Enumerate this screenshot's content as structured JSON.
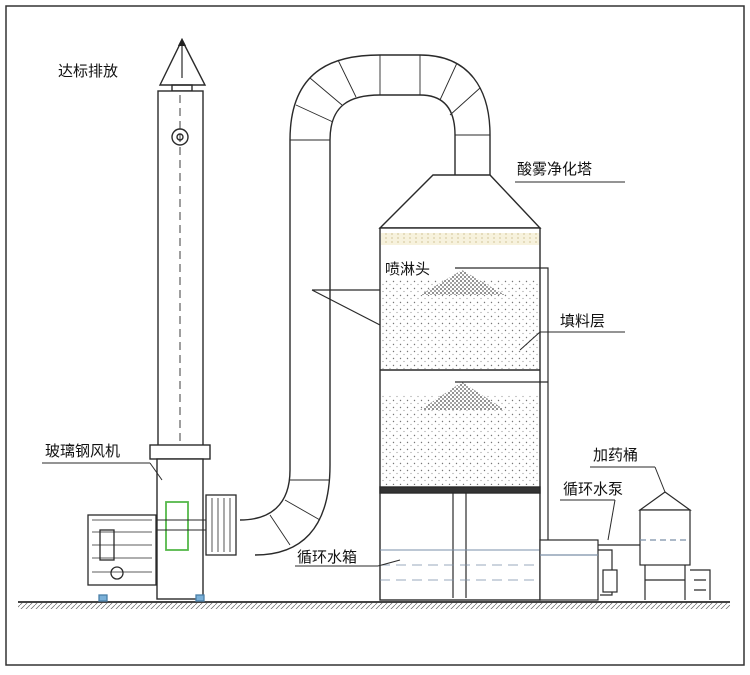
{
  "diagram": {
    "labels": {
      "exhaust": "达标排放",
      "tower": "酸雾净化塔",
      "spray_head": "喷淋头",
      "packing_layer": "填料层",
      "dosing_bucket": "加药桶",
      "circulation_pump": "循环水泵",
      "fan": "玻璃钢风机",
      "water_tank": "循环水箱"
    },
    "colors": {
      "line": "#2a2a2a",
      "ground": "#555555",
      "water": "#7a8fa8",
      "fan_frame": "#55b84a"
    }
  }
}
